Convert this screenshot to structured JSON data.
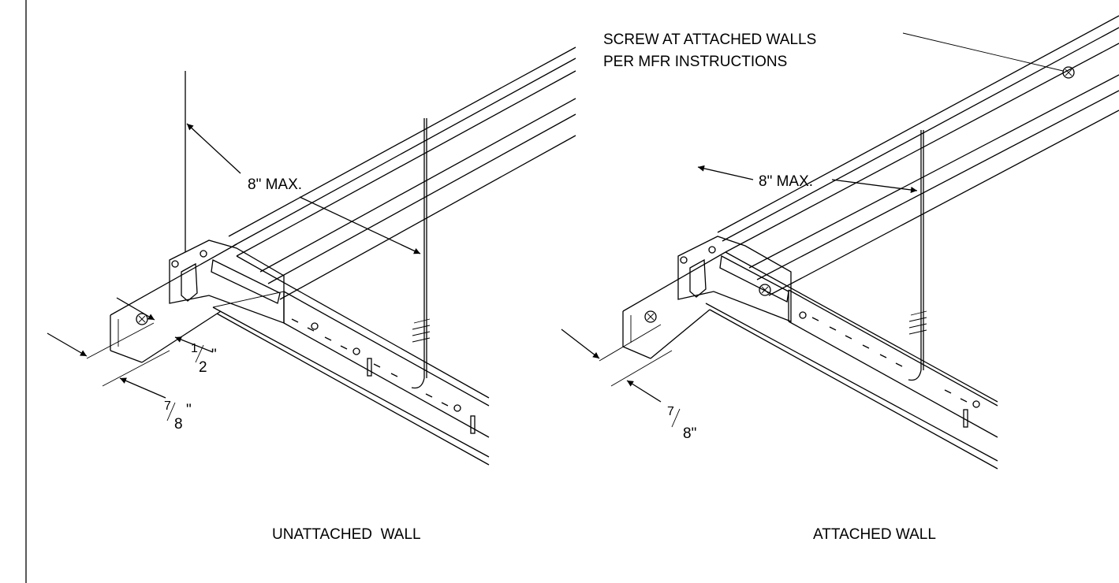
{
  "left_detail": {
    "caption": "UNATTACHED  WALL",
    "dim_max": "8\" MAX.",
    "dim_half_num": "1",
    "dim_half_den": "2",
    "dim_half_in": "\"",
    "dim_78_num": "7",
    "dim_78_den": "8",
    "dim_78_in": "\""
  },
  "right_detail": {
    "caption": "ATTACHED WALL",
    "note_line1": "SCREW AT ATTACHED WALLS",
    "note_line2": "PER MFR INSTRUCTIONS",
    "dim_max": "8\" MAX.",
    "dim_78_num": "7",
    "dim_78_den": "8\""
  },
  "colors": {
    "line": "#000000",
    "background": "#ffffff"
  }
}
